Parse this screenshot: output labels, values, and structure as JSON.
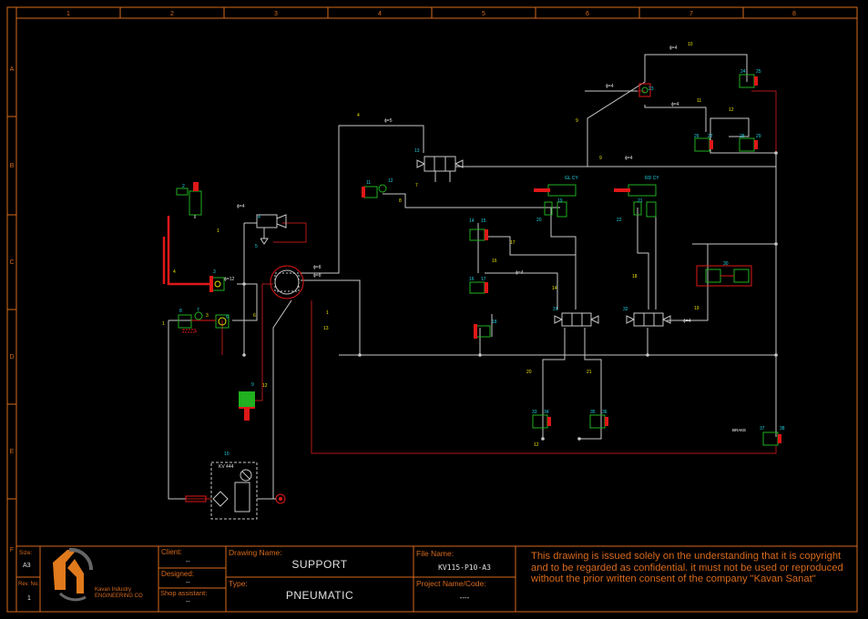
{
  "grid": {
    "columns": [
      "1",
      "2",
      "3",
      "4",
      "5",
      "6",
      "7",
      "8"
    ],
    "rows": [
      "A",
      "B",
      "C",
      "D",
      "E",
      "F"
    ]
  },
  "colors": {
    "frame": "#d86a1c",
    "pipe": "#c8c8c8",
    "hot_line": "#d01a1a",
    "label": "#e8e000",
    "tag": "#20d0e0",
    "green": "#20b020",
    "white": "#ffffff"
  },
  "schematic": {
    "cyl_left_label": "GL CY",
    "cyl_right_label": "RD CY",
    "brake_label": "BRAKE",
    "regulator_box_label": "KV 444",
    "part_numbers": [
      "1",
      "2",
      "3",
      "4",
      "5",
      "6",
      "7",
      "8",
      "9",
      "10",
      "11",
      "12",
      "13",
      "14",
      "15",
      "16",
      "17",
      "18",
      "19",
      "20",
      "21",
      "22",
      "23",
      "24",
      "25",
      "26",
      "27",
      "28",
      "29",
      "30",
      "31",
      "32",
      "33",
      "34",
      "35",
      "36",
      "37",
      "38"
    ],
    "pipe_labels": [
      "1",
      "2",
      "3",
      "4",
      "5",
      "6",
      "7",
      "8",
      "9",
      "10",
      "11",
      "12",
      "13",
      "14",
      "15",
      "16",
      "17",
      "18",
      "19",
      "20",
      "21",
      "22",
      "23",
      "24",
      "25"
    ],
    "pipe_sizes": [
      "ϕ=4",
      "ϕ=5",
      "ϕ=8",
      "ϕ=12"
    ]
  },
  "title_block": {
    "size_label": "Size:",
    "size_value": "A3",
    "rev_label": "Rev. No.",
    "rev_value": "1",
    "company_line1": "Kavan Industry",
    "company_line2": "ENGINEERING CO",
    "client_label": "Client:",
    "client_value": "--",
    "designed_label": "Designed:",
    "designed_value": "--",
    "shop_label": "Shop assistant:",
    "shop_value": "--",
    "drawing_name_label": "Drawing Name:",
    "drawing_name_value": "SUPPORT",
    "type_label": "Type:",
    "type_value": "PNEUMATIC",
    "file_name_label": "File Name:",
    "file_name_value": "KV115-P10-A3",
    "project_label": "Project Name/Code:",
    "project_value": "----",
    "notice": "This drawing is issued solely on the understanding that it is copyright and to be regarded as confidential. it must not be used or reproduced without the prior written consent of the company \"Kavan Sanat\""
  }
}
